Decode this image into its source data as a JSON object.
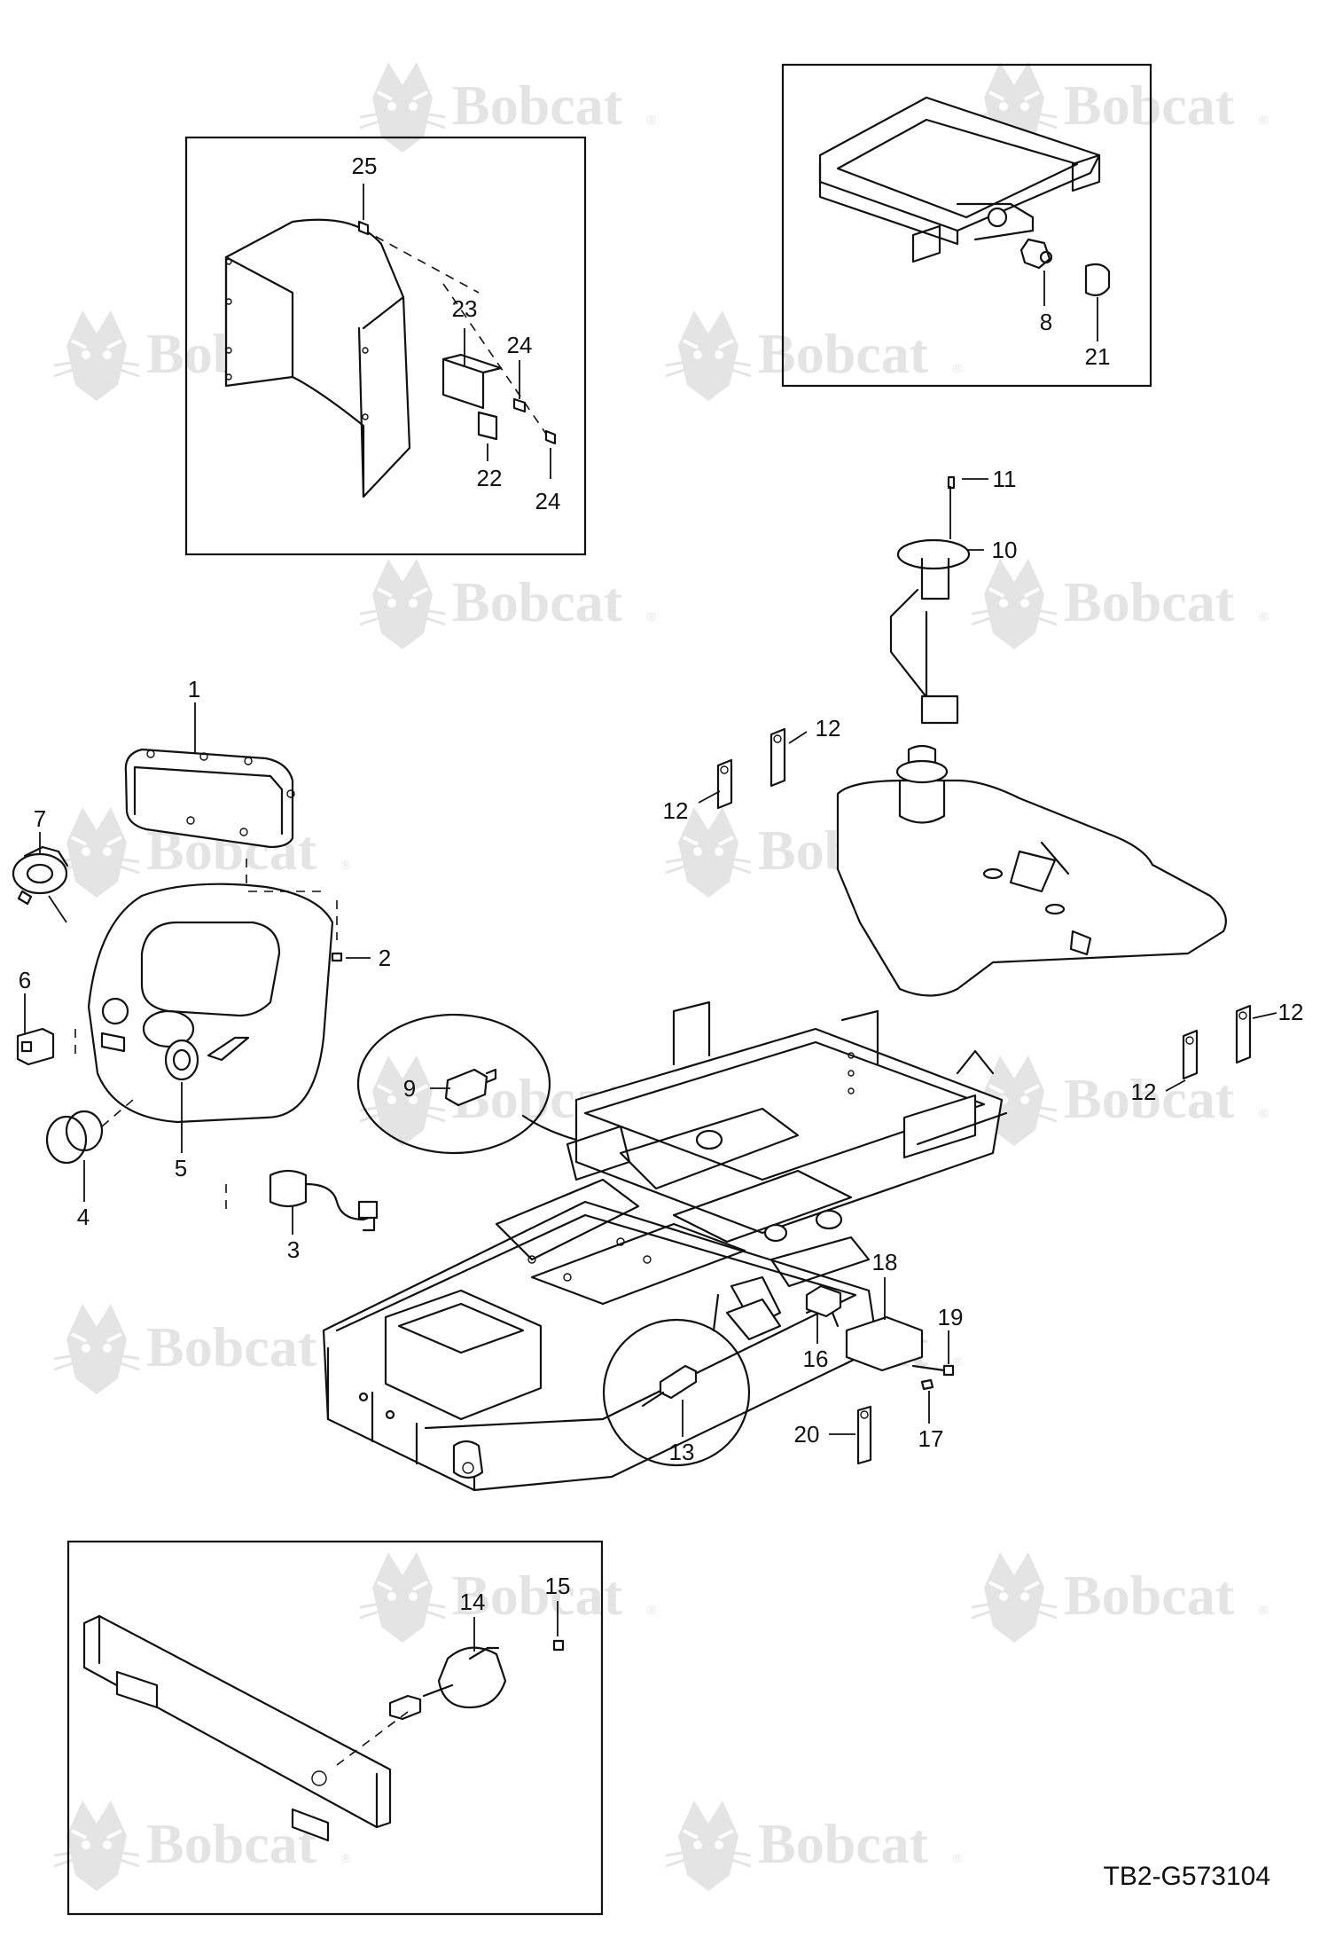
{
  "watermark": {
    "brand": "Bobcat",
    "registered_mark": "®"
  },
  "drawing_id": "TB2-G573104",
  "callouts": [
    "1",
    "2",
    "3",
    "4",
    "5",
    "6",
    "7",
    "8",
    "9",
    "10",
    "11",
    "12",
    "13",
    "14",
    "15",
    "16",
    "17",
    "18",
    "19",
    "20",
    "21",
    "22",
    "23",
    "24",
    "25"
  ],
  "colors": {
    "line": "#111111",
    "watermark": "#e4e4e4",
    "background": "#ffffff"
  }
}
